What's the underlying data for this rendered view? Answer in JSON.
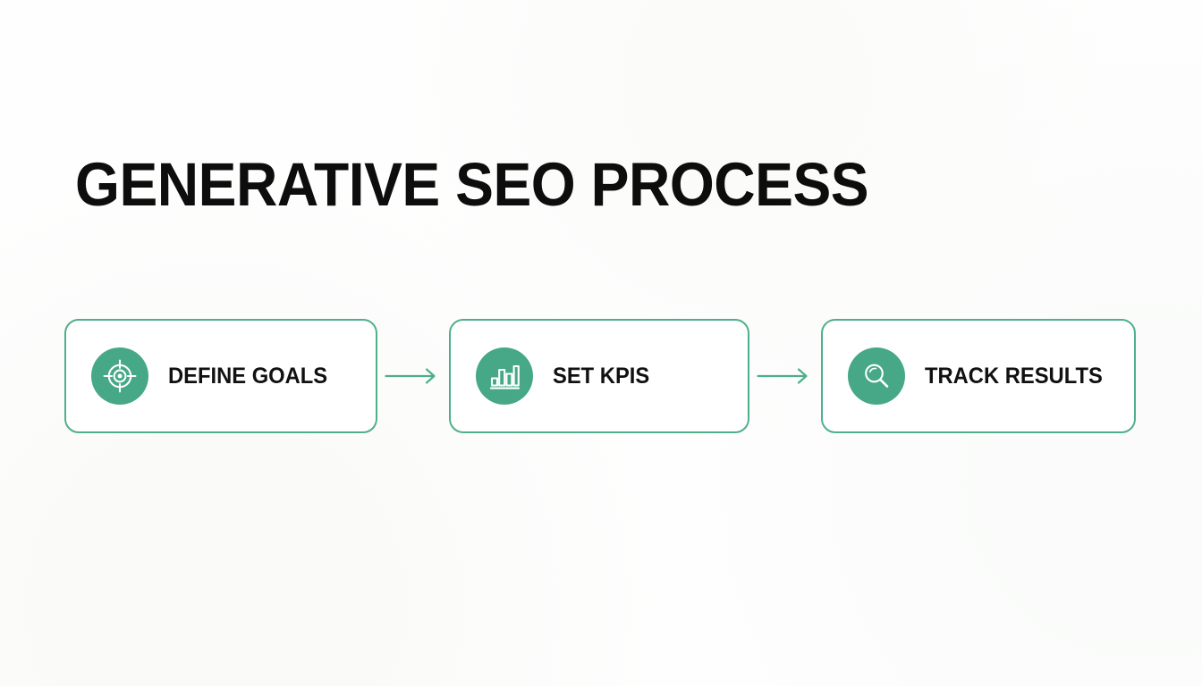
{
  "slide": {
    "title": "GENERATIVE SEO PROCESS",
    "background_color": "#ffffff",
    "accent_color": "#46A887",
    "border_color": "#4FAF8B",
    "text_color": "#111111"
  },
  "flow": {
    "steps": [
      {
        "label": "DEFINE GOALS",
        "icon": "target-icon"
      },
      {
        "label": "SET KPIS",
        "icon": "bar-chart-icon"
      },
      {
        "label": "TRACK RESULTS",
        "icon": "magnifier-icon"
      }
    ],
    "connectors": [
      {
        "icon": "arrow-right-icon"
      },
      {
        "icon": "arrow-right-icon"
      }
    ]
  }
}
